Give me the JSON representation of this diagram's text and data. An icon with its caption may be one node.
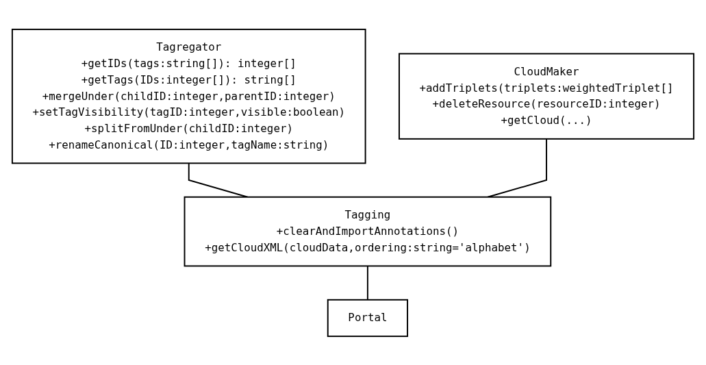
{
  "diagram": {
    "nodes": [
      {
        "text": [
          "Tagregator",
          "+getIDs(tags:string[]): integer[]",
          "+getTags(IDs:integer[]): string[]",
          "+mergeUnder(childID:integer,parentID:integer)",
          "+setTagVisibility(tagID:integer,visible:boolean)",
          "+splitFromUnder(childID:integer)",
          "+renameCanonical(ID:integer,tagName:string)"
        ]
      },
      {
        "text": [
          "CloudMaker",
          "+addTriplets(triplets:weightedTriplet[]",
          "+deleteResource(resourceID:integer)",
          "+getCloud(...)"
        ]
      },
      {
        "text": [
          "Tagging",
          "+clearAndImportAnnotations()",
          "+getCloudXML(cloudData,ordering:string='alphabet')"
        ]
      },
      {
        "text": [
          "Portal"
        ]
      }
    ],
    "edges": [
      {
        "from": 0,
        "to": 2,
        "arrow": "none"
      },
      {
        "from": 1,
        "to": 2,
        "arrow": "none"
      },
      {
        "from": 2,
        "to": 3,
        "arrow": "none"
      }
    ]
  }
}
